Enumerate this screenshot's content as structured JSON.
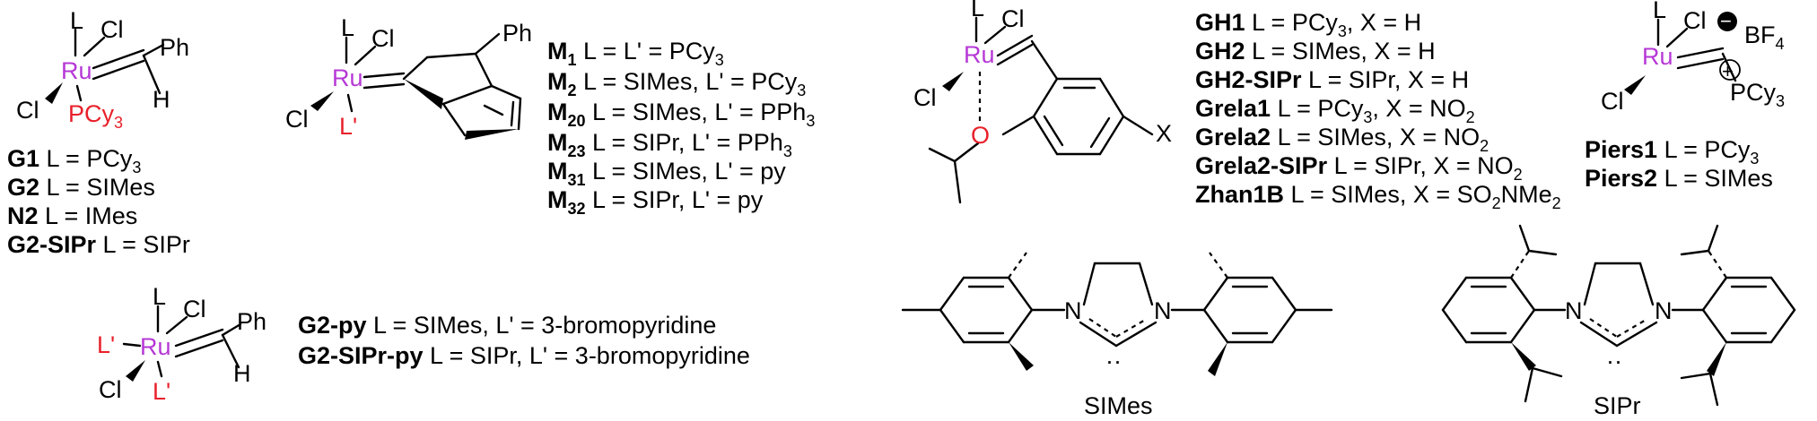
{
  "atoms": {
    "ru": "Ru",
    "cl": "Cl",
    "l": "L",
    "lp": "L'",
    "ph": "Ph",
    "h": "H",
    "pcy": "PCy",
    "sub3": "3",
    "o": "O",
    "x": "X",
    "n": "N",
    "bf": "BF",
    "sub4": "4",
    "minus": "−",
    "plus": "+",
    "dots": "··"
  },
  "grubbs": {
    "lines": [
      {
        "name": "G1",
        "rest": " L = PCy",
        "sub": "3",
        "tail": ""
      },
      {
        "name": "G2",
        "rest": " L = SIMes",
        "sub": "",
        "tail": ""
      },
      {
        "name": "N2",
        "rest": " L = IMes",
        "sub": "",
        "tail": ""
      },
      {
        "name": "G2-SIPr",
        "rest": " L = SIPr",
        "sub": "",
        "tail": ""
      }
    ]
  },
  "indenylidene": {
    "lines": [
      {
        "name": "M",
        "nsub": "1",
        "rest": " L = L' = PCy",
        "sub": "3",
        "tail": ""
      },
      {
        "name": "M",
        "nsub": "2",
        "rest": " L = SIMes, L' = PCy",
        "sub": "3",
        "tail": ""
      },
      {
        "name": "M",
        "nsub": "20",
        "rest": " L = SIMes, L' = PPh",
        "sub": "3",
        "tail": ""
      },
      {
        "name": "M",
        "nsub": "23",
        "rest": " L = SIPr, L' = PPh",
        "sub": "3",
        "tail": ""
      },
      {
        "name": "M",
        "nsub": "31",
        "rest": " L = SIMes, L' = py",
        "sub": "",
        "tail": ""
      },
      {
        "name": "M",
        "nsub": "32",
        "rest": " L = SIPr, L' = py",
        "sub": "",
        "tail": ""
      }
    ]
  },
  "hoveyda": {
    "lines": [
      {
        "name": "GH1",
        "rest": " L = PCy",
        "sub": "3",
        "tail": ", X = H"
      },
      {
        "name": "GH2",
        "rest": " L = SIMes, X = H",
        "sub": "",
        "tail": ""
      },
      {
        "name": "GH2-SIPr",
        "rest": " L = SIPr, X = H",
        "sub": "",
        "tail": ""
      },
      {
        "name": "Grela1",
        "rest": " L = PCy",
        "sub": "3",
        "tail": ", X = NO",
        "sub2": "2"
      },
      {
        "name": "Grela2",
        "rest": " L = SIMes, X = NO",
        "sub": "2",
        "tail": ""
      },
      {
        "name": "Grela2-SIPr",
        "rest": " L = SIPr, X = NO",
        "sub": "2",
        "tail": ""
      },
      {
        "name": "Zhan1B",
        "rest": " L = SIMes, X = SO",
        "sub": "2",
        "tail": "NMe",
        "sub2": "2"
      }
    ]
  },
  "piers": {
    "lines": [
      {
        "name": "Piers1",
        "rest": " L = PCy",
        "sub": "3",
        "tail": ""
      },
      {
        "name": "Piers2",
        "rest": " L = SIMes",
        "sub": "",
        "tail": ""
      }
    ]
  },
  "pyridine": {
    "lines": [
      {
        "name": "G2-py",
        "rest": " L = SIMes, L' = 3-bromopyridine",
        "sub": "",
        "tail": ""
      },
      {
        "name": "G2-SIPr-py",
        "rest": " L = SIPr, L' = 3-bromopyridine",
        "sub": "",
        "tail": ""
      }
    ]
  },
  "ligands": {
    "simes": "SIMes",
    "sipr": "SIPr"
  },
  "colors": {
    "ruthenium": "#b638d6",
    "highlight": "#e8202a"
  }
}
